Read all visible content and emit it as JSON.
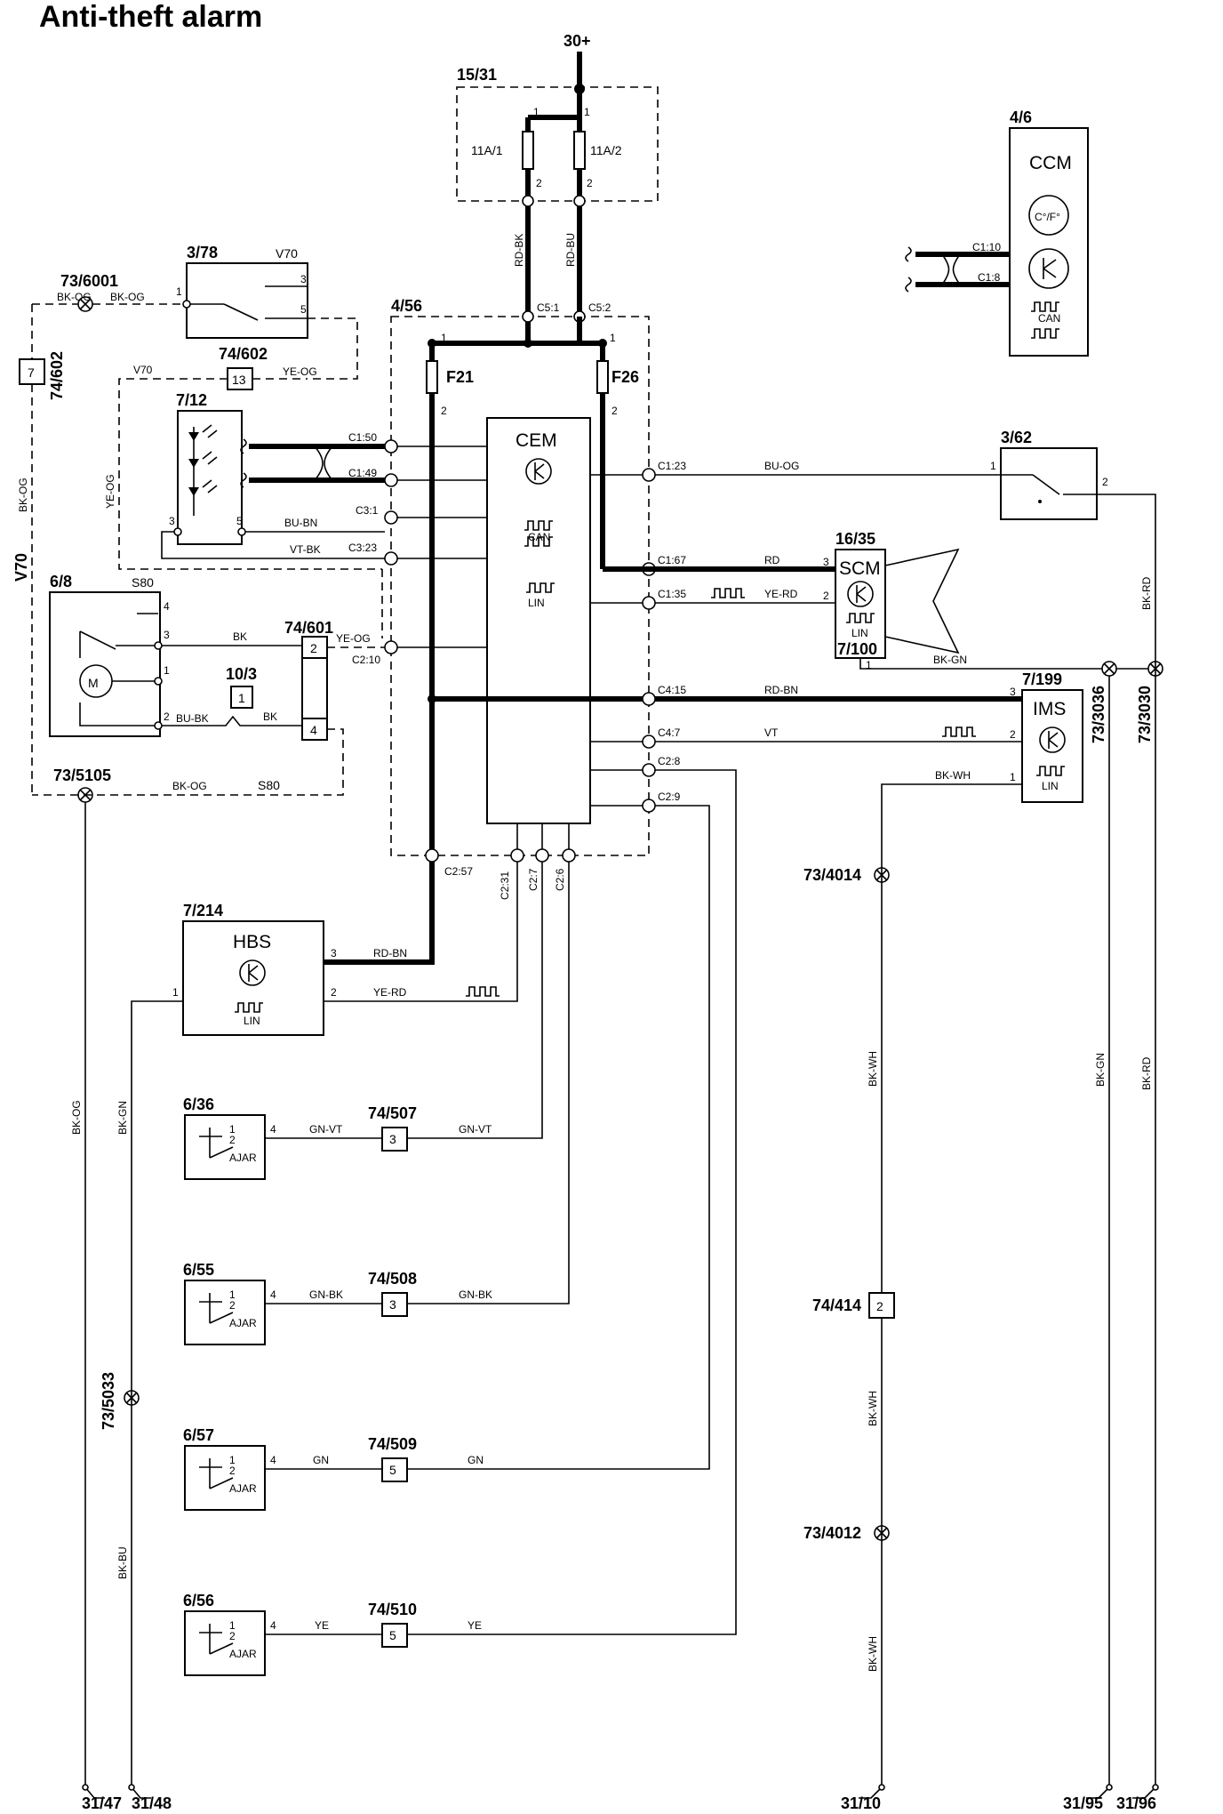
{
  "title": "Anti-theft alarm",
  "supply": "30+",
  "fusebox": {
    "id": "15/31",
    "fuse1": "11A/1",
    "fuse2": "11A/2",
    "pin_in": "1",
    "pin_out": "2",
    "wire1": "RD-BK",
    "wire2": "RD-BU"
  },
  "cem_box": {
    "id": "4/56",
    "name": "CEM",
    "fuse_a": "F21",
    "fuse_b": "F26",
    "can": "CAN",
    "lin": "LIN",
    "conn": [
      "C5:1",
      "C5:2",
      "C1:50",
      "C1:49",
      "C3:1",
      "C3:23",
      "C2:10",
      "C2:57",
      "C2:31",
      "C2:7",
      "C2:6",
      "C1:23",
      "C1:67",
      "C1:35",
      "C4:15",
      "C4:7",
      "C2:8",
      "C2:9"
    ]
  },
  "ccm": {
    "id": "4/6",
    "name": "CCM",
    "temp": "C°/F°",
    "can": "CAN",
    "c1": "C1:10",
    "c2": "C1:8"
  },
  "switch_3_78": {
    "id": "3/78",
    "variant": "V70",
    "p1": "1",
    "p3": "3",
    "p5": "5"
  },
  "ground_6001": "73/6001",
  "wire_bk_og": "BK-OG",
  "conn_74_602": {
    "id": "74/602",
    "pin": "7",
    "pin13": "13"
  },
  "wire_ye_og": "YE-OG",
  "led_7_12": {
    "id": "7/12",
    "p3": "3",
    "p5": "5"
  },
  "wires_left": {
    "bu_bn": "BU-BN",
    "vt_bk": "VT-BK",
    "bk": "BK",
    "bu_bk": "BU-BK"
  },
  "motor_6_8": {
    "id": "6/8",
    "variant": "S80",
    "p4": "4",
    "p3": "3",
    "p1": "1",
    "p2": "2",
    "m": "M"
  },
  "conn_74_601": {
    "id": "74/601",
    "p2": "2",
    "p4": "4"
  },
  "diode_10_3": {
    "id": "10/3",
    "p1": "1"
  },
  "ground_5105": "73/5105",
  "switch_3_62": {
    "id": "3/62",
    "p1": "1",
    "p2": "2",
    "wire": "BU-OG"
  },
  "scm": {
    "id": "16/35",
    "name": "SCM",
    "lin": "LIN",
    "sub": "7/100",
    "p3": "3",
    "p2": "2",
    "p1": "1",
    "wire_rd": "RD",
    "wire_ye_rd": "YE-RD",
    "wire_bk_gn": "BK-GN"
  },
  "ims": {
    "id": "7/199",
    "name": "IMS",
    "lin": "LIN",
    "p3": "3",
    "p2": "2",
    "p1": "1",
    "wire_rd_bn": "RD-BN",
    "wire_vt": "VT",
    "wire_bk_wh": "BK-WH"
  },
  "grounds_right": {
    "g3036": "73/3036",
    "g3030": "73/3030",
    "g4014": "73/4014",
    "g4012": "73/4012",
    "bk_gn": "BK-GN",
    "bk_rd": "BK-RD",
    "bk_wh": "BK-WH"
  },
  "hbs": {
    "id": "7/214",
    "name": "HBS",
    "lin": "LIN",
    "p3": "3",
    "p2": "2",
    "p1": "1",
    "wire_rd_bn": "RD-BN",
    "wire_ye_rd": "YE-RD"
  },
  "doors": [
    {
      "id": "6/36",
      "conn": "74/507",
      "cpin": "3",
      "wire": "GN-VT",
      "pin": "4",
      "ajar": "AJAR"
    },
    {
      "id": "6/55",
      "conn": "74/508",
      "cpin": "3",
      "wire": "GN-BK",
      "pin": "4",
      "ajar": "AJAR"
    },
    {
      "id": "6/57",
      "conn": "74/509",
      "cpin": "5",
      "wire": "GN",
      "pin": "4",
      "ajar": "AJAR"
    },
    {
      "id": "6/56",
      "conn": "74/510",
      "cpin": "5",
      "wire": "YE",
      "pin": "4",
      "ajar": "AJAR"
    }
  ],
  "left_wires": {
    "bk_og": "BK-OG",
    "bk_gn": "BK-GN",
    "bk_bu": "BK-BU",
    "g5033": "73/5033"
  },
  "conn_74_414": {
    "id": "74/414",
    "pin": "2"
  },
  "bottom_grounds": [
    "31/47",
    "31/48",
    "31/10",
    "31/95",
    "31/96"
  ]
}
